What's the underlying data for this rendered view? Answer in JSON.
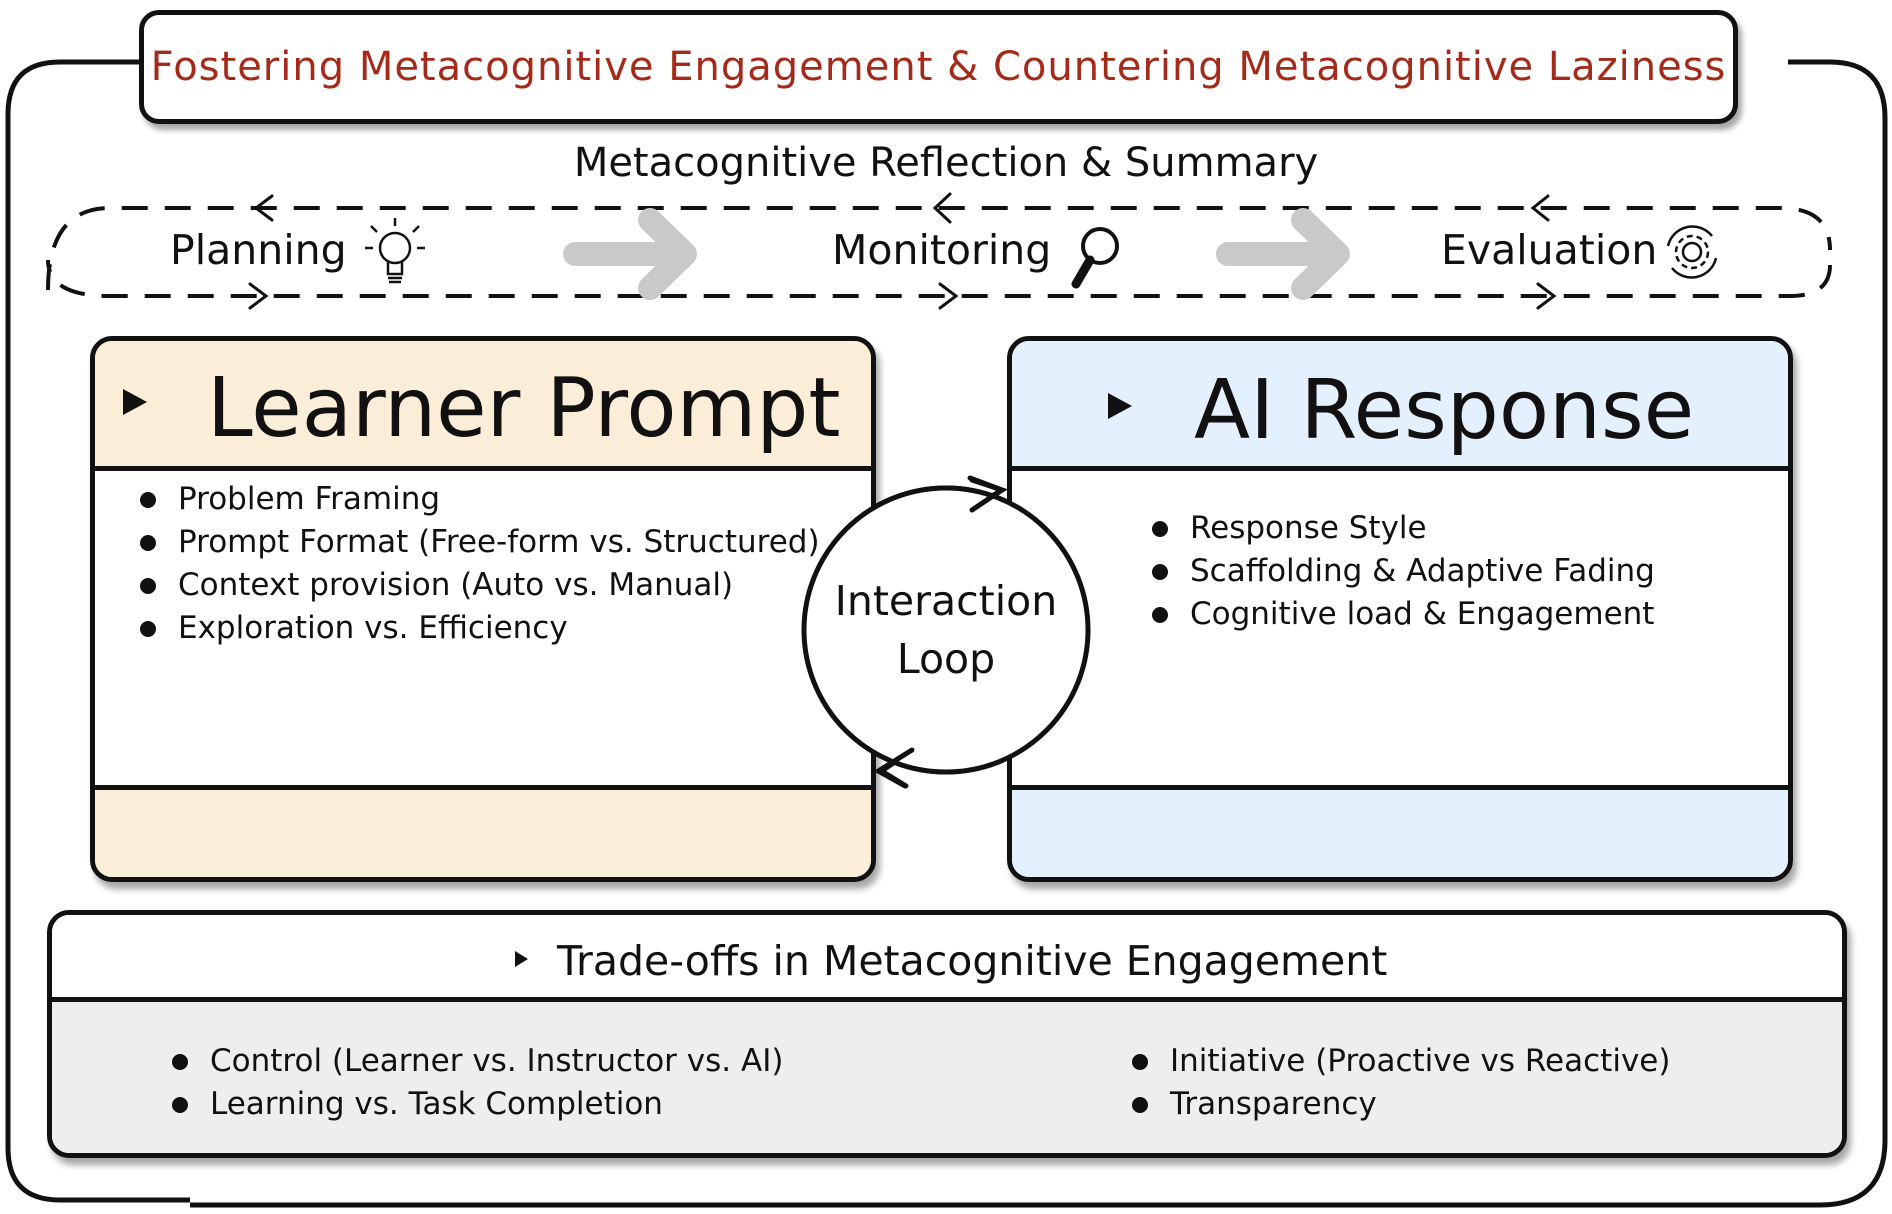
{
  "title": "Fostering Metacognitive Engagement & Countering Metacognitive Laziness",
  "reflection_label": "Metacognitive Reflection & Summary",
  "phases": [
    {
      "label": "Planning",
      "icon": "lightbulb-icon"
    },
    {
      "label": "Monitoring",
      "icon": "magnifier-icon"
    },
    {
      "label": "Evaluation",
      "icon": "gear-cycle-icon"
    }
  ],
  "learner_prompt": {
    "title": "Learner Prompt",
    "items": [
      "Problem Framing",
      "Prompt Format (Free-form vs. Structured)",
      "Context provision (Auto vs. Manual)",
      "Exploration vs. Efficiency"
    ],
    "icon": "head-gear-icon",
    "color": "#fbeed8"
  },
  "interaction_loop": {
    "line1": "Interaction",
    "line2": "Loop"
  },
  "ai_response": {
    "title": "AI Response",
    "items": [
      "Response Style",
      "Scaffolding & Adaptive Fading",
      "Cognitive load & Engagement"
    ],
    "icon": "head-scaffold-icon",
    "color": "#e4f0fc"
  },
  "tradeoffs": {
    "title": "Trade-offs in Metacognitive Engagement",
    "left_items": [
      "Control (Learner vs. Instructor vs. AI)",
      "Learning vs. Task Completion"
    ],
    "right_items": [
      "Initiative (Proactive vs Reactive)",
      "Transparency"
    ],
    "color": "#eeeeee"
  },
  "colors": {
    "title_text": "#a52a1a",
    "ink": "#111111",
    "flow_arrow": "#c9c9c9"
  }
}
